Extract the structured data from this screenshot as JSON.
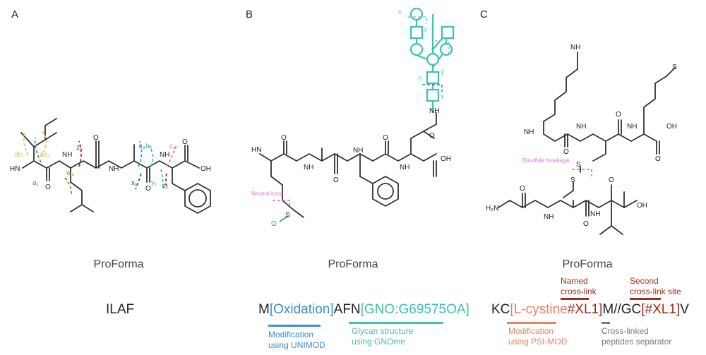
{
  "panels": [
    {
      "letter": "A",
      "proforma_label": "ProForma",
      "sequence": "ILAF"
    },
    {
      "letter": "B",
      "proforma_label": "ProForma",
      "sequence": {
        "prefix": "M",
        "mod1": "[Oxidation]",
        "mid": "AFN",
        "mod2": "[GNO:G69575OA]"
      },
      "annotations": {
        "mod_unimod": "Modification\nusing UNIMOD",
        "glycan": "Glycan structure\nusing GNOme"
      },
      "labels": {
        "neutral_loss": "Neutral loss"
      }
    },
    {
      "letter": "C",
      "proforma_label": "ProForma",
      "sequence": {
        "prefix": "KC",
        "mod1": "[L-cystine",
        "tag1": "#XL1]",
        "mid": "M//GC",
        "mod2": "[#XL1]",
        "suffix": "V"
      },
      "annotations": {
        "named": "Named\ncross-link",
        "second": "Second\ncross-link site",
        "psimod": "Modification\nusing PSI-MOD",
        "separator": "Cross-linked\npeptides separator"
      },
      "labels": {
        "disulfide": "Disulfide breakage"
      }
    }
  ],
  "chem_labels": {
    "hn": "HN",
    "nh": "NH",
    "o": "O",
    "oh": "OH",
    "s": "S",
    "nh2": "NH",
    "nh3": "NH"
  },
  "fragment_labels": {
    "a1": "a",
    "z3": "z",
    "w3": "w",
    "x1": "x",
    "y1": "y",
    "z1": "z",
    "c3": "c",
    "a3": "a",
    "b3": "b",
    "da1": "da",
    "db1": "db",
    "b_glycan": "B",
    "y_glycan": "Y"
  },
  "colors": {
    "blue": "#3d8fd1",
    "teal": "#3ec1b1",
    "salmon": "#e8826a",
    "red": "#9b2f1c",
    "gray": "#7a7a7a",
    "pink": "#d879d8",
    "gold": "#e3c46a",
    "olive": "#8f8f22",
    "bond": "#333333"
  }
}
